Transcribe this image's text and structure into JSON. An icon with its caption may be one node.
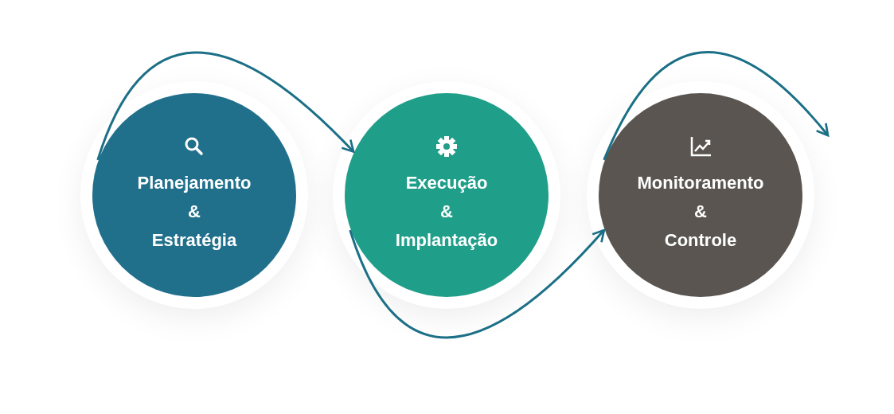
{
  "diagram": {
    "nodes": [
      {
        "text": [
          "Planejamento & Estratégia"
        ]
      },
      {
        "text": [
          "Execução & Implantação"
        ]
      },
      {
        "text": [
          "Monitoramento & Controle"
        ]
      }
    ],
    "edges": [
      {
        "from": 0,
        "to": 1,
        "arrow": "to"
      },
      {
        "from": 1,
        "to": 2,
        "arrow": "to"
      },
      {
        "from": 2,
        "to": null,
        "arrow": "to"
      }
    ]
  }
}
